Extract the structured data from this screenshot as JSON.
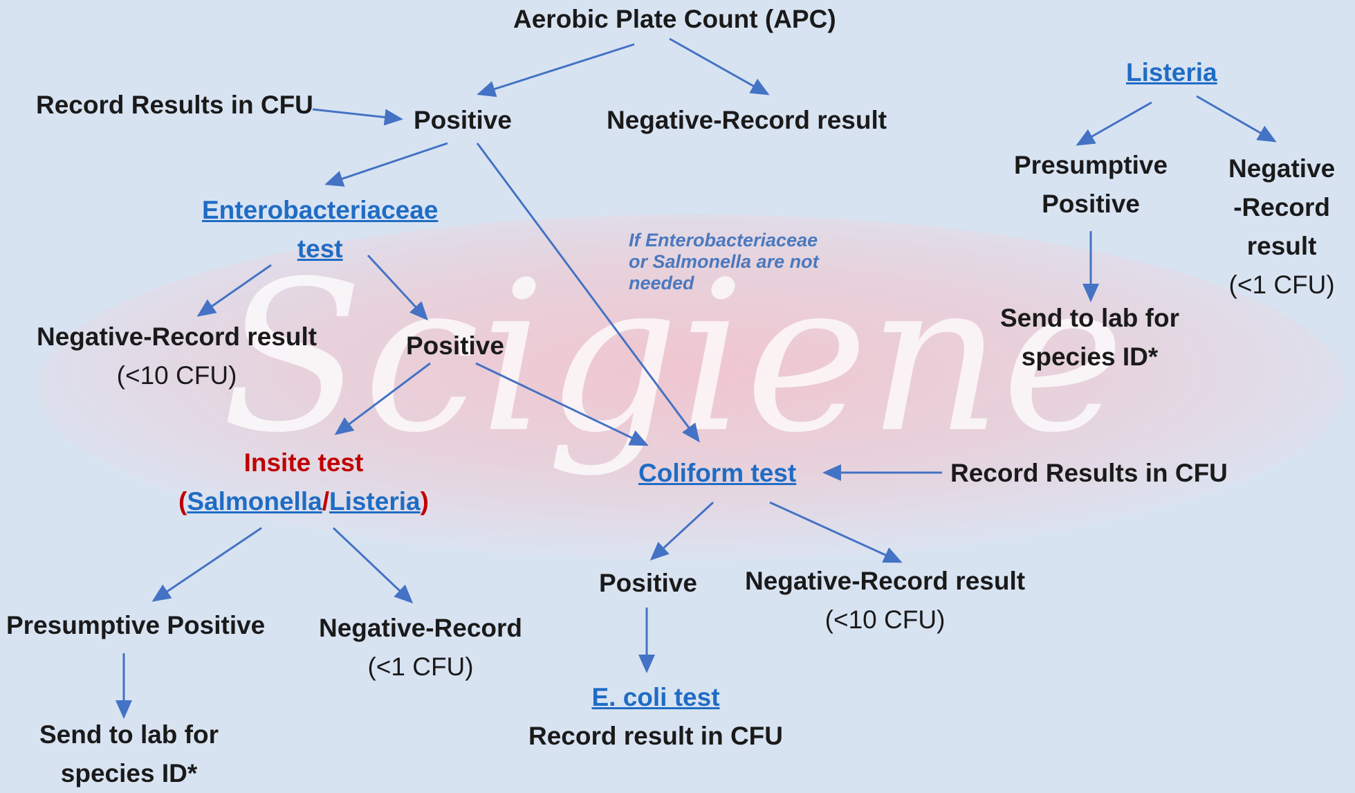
{
  "watermark": {
    "text": "Scigiene"
  },
  "nodes": {
    "apc": "Aerobic Plate Count (APC)",
    "record_cfu_left": "Record Results in CFU",
    "positive_top": "Positive",
    "negative_top": "Negative-Record result",
    "entero_line1": "Enterobacteriaceae",
    "entero_line2": "test",
    "entero_negative": "Negative-Record result",
    "entero_negative_sub": "(<10 CFU)",
    "entero_positive": "Positive",
    "note_line1": "If Enterobacteriaceae",
    "note_line2": "or Salmonella are not",
    "note_line3": "needed",
    "insite_line1": "Insite test",
    "insite_paren_open": "(",
    "insite_salmonella": "Salmonella",
    "insite_slash": "/",
    "insite_listeria": "Listeria",
    "insite_paren_close": ")",
    "insite_presumptive": "Presumptive Positive",
    "insite_negative": "Negative-Record",
    "insite_negative_sub": "(<1 CFU)",
    "insite_send_line1": "Send to lab for",
    "insite_send_line2": "species ID*",
    "coliform": "Coliform test",
    "record_cfu_right": "Record Results in CFU",
    "coliform_positive": "Positive",
    "coliform_negative": "Negative-Record result",
    "coliform_negative_sub": "(<10 CFU)",
    "ecoli": "E. coli test",
    "ecoli_record": "Record result in CFU",
    "listeria_top": "Listeria",
    "listeria_presumptive_line1": "Presumptive",
    "listeria_presumptive_line2": "Positive",
    "listeria_negative_line1": "Negative",
    "listeria_negative_line2": "-Record",
    "listeria_negative_line3": "result",
    "listeria_negative_sub": "(<1 CFU)",
    "listeria_send_line1": "Send to lab for",
    "listeria_send_line2": "species ID*"
  },
  "colors": {
    "arrow": "#4472c4",
    "link": "#1f6cc4",
    "highlight": "#c00000",
    "background": "#d8e3f2"
  }
}
